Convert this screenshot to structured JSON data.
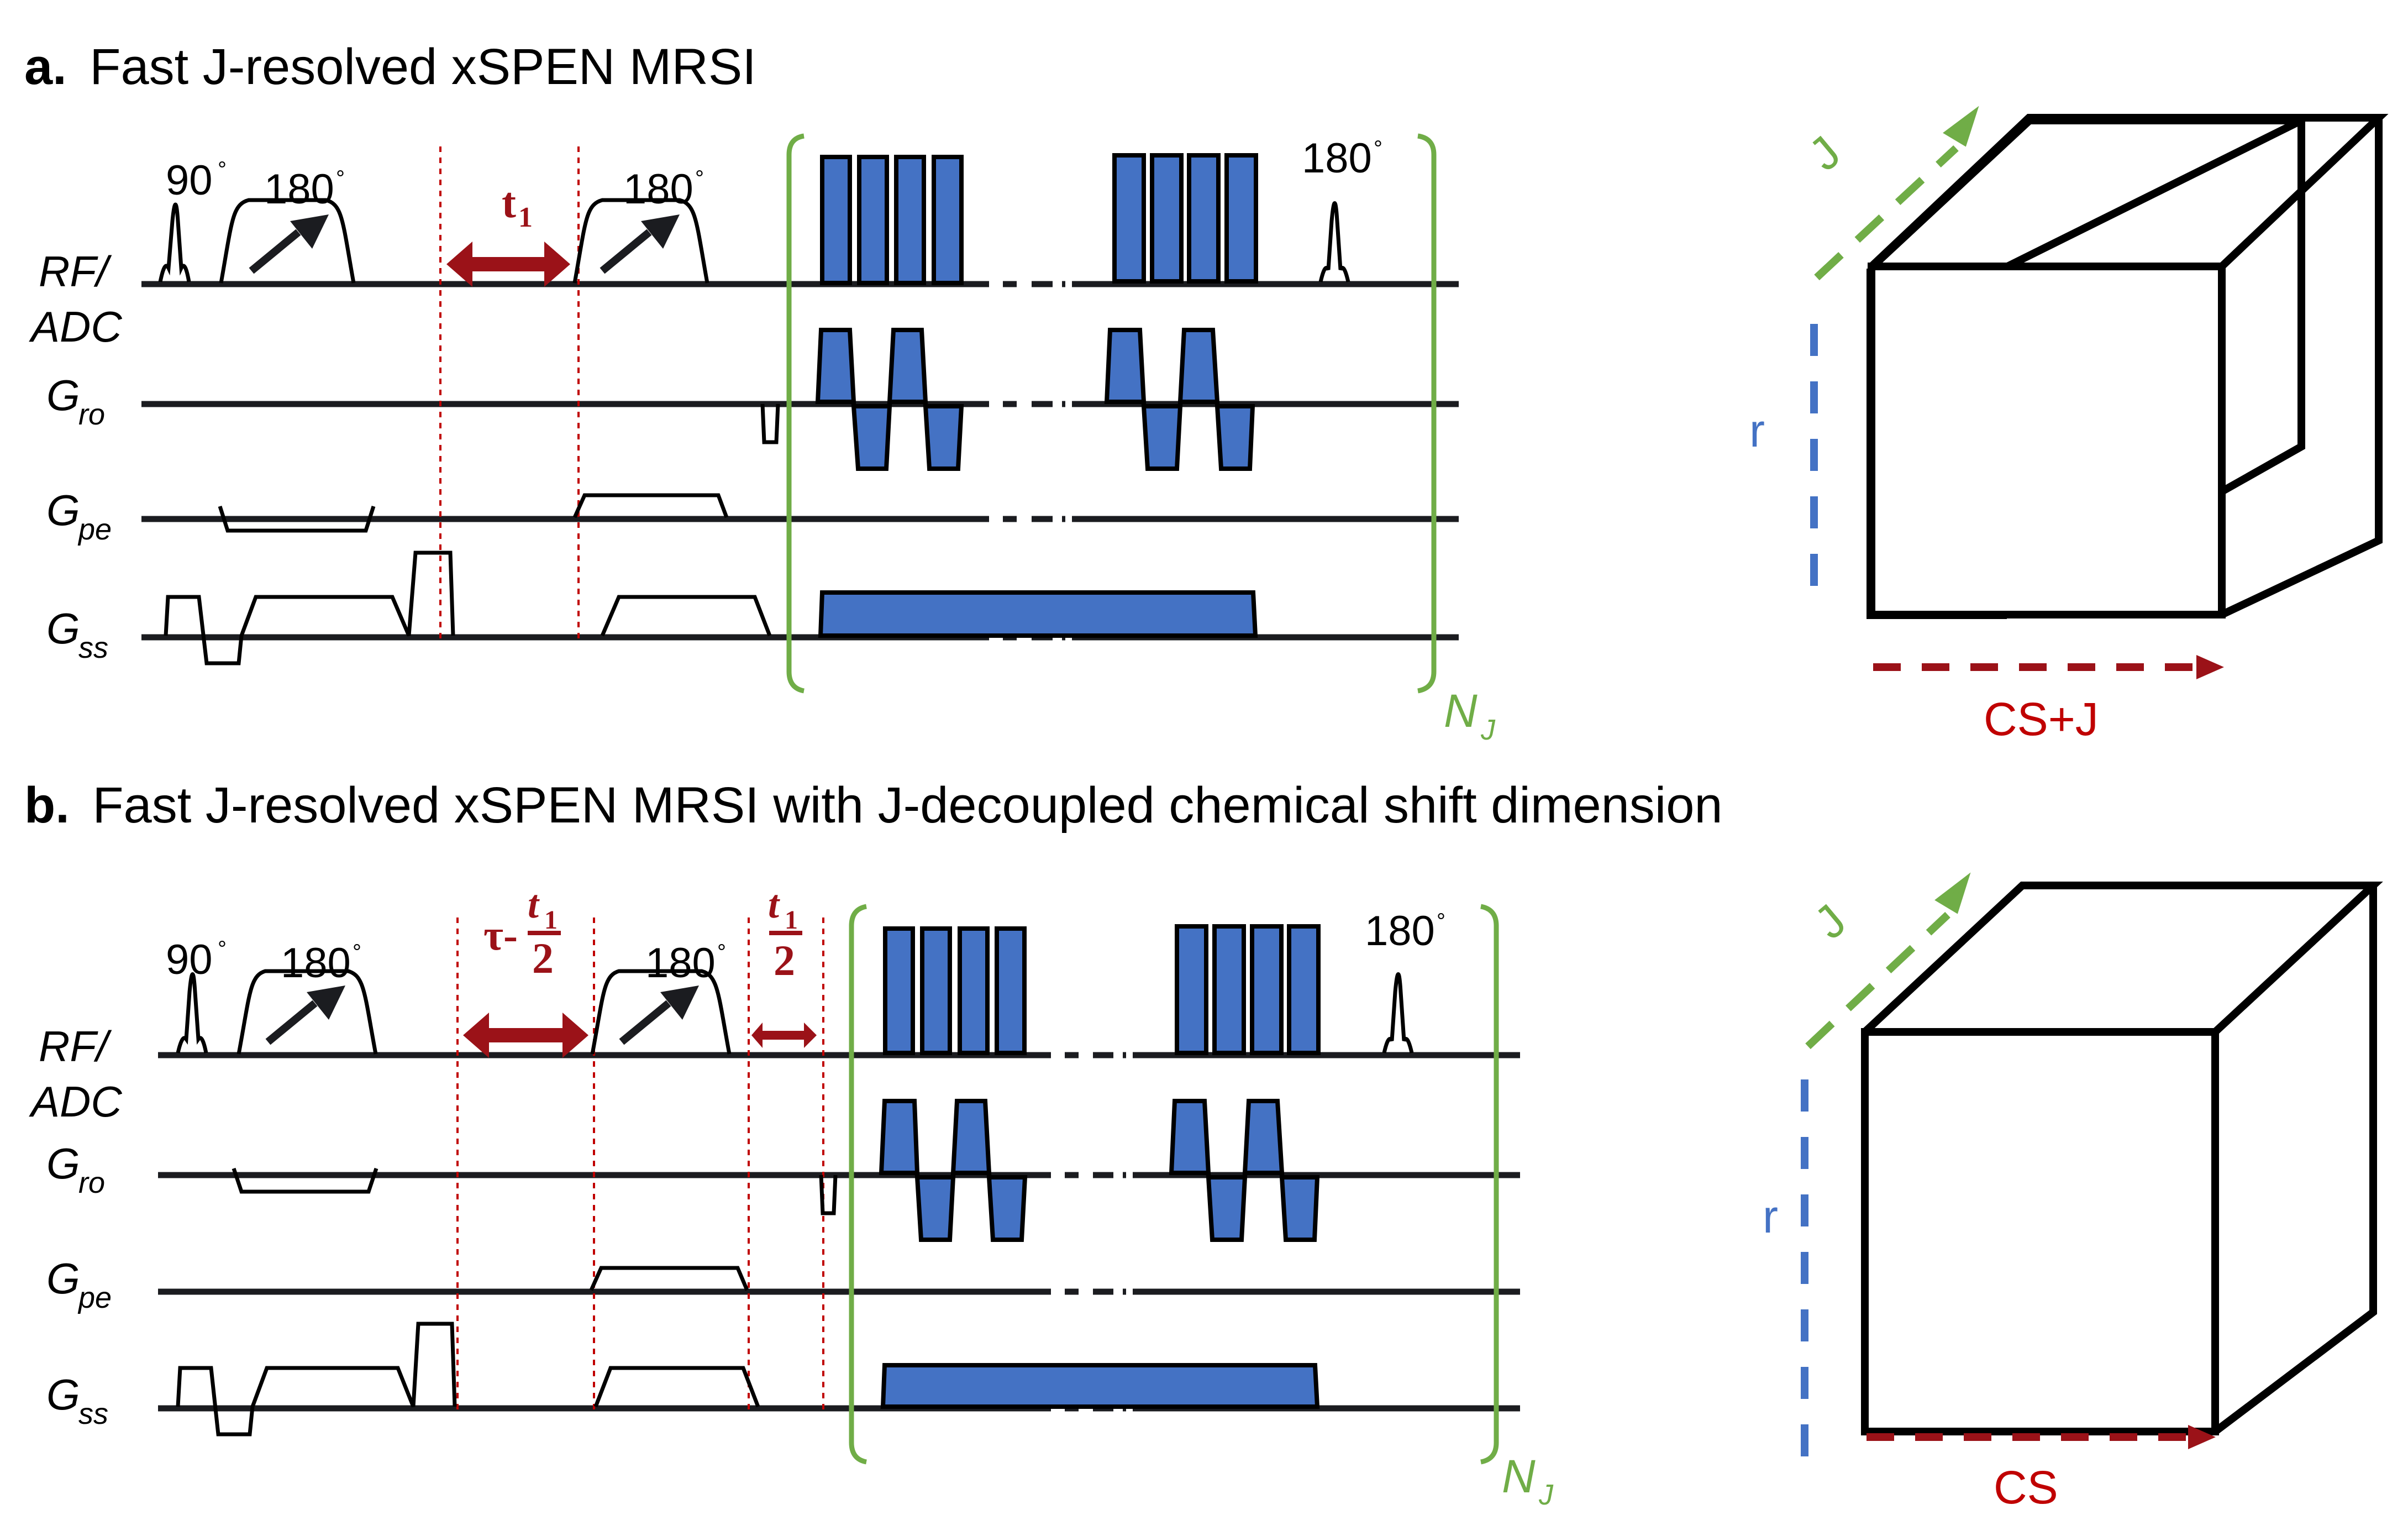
{
  "panels": [
    {
      "letter": "a.",
      "title": "Fast J-resolved xSPEN MRSI",
      "rows": [
        {
          "label": "RF/",
          "label2": "ADC"
        },
        {
          "label": "G",
          "sub": "ro"
        },
        {
          "label": "G",
          "sub": "pe"
        },
        {
          "label": "G",
          "sub": "ss"
        }
      ],
      "pulses": {
        "excitation": "90",
        "refocus1": "180",
        "refocus2": "180",
        "refocus3": "180",
        "degree": "°"
      },
      "timing": {
        "label": "t",
        "sub": "1"
      },
      "loop": {
        "label": "N",
        "sub": "J"
      },
      "cube": {
        "axis_vertical": "r",
        "axis_depth": "J",
        "axis_horizontal": "CS+J"
      }
    },
    {
      "letter": "b.",
      "title": "Fast J-resolved xSPEN MRSI with J-decoupled chemical shift dimension",
      "rows": [
        {
          "label": "RF/",
          "label2": "ADC"
        },
        {
          "label": "G",
          "sub": "ro"
        },
        {
          "label": "G",
          "sub": "pe"
        },
        {
          "label": "G",
          "sub": "ss"
        }
      ],
      "pulses": {
        "excitation": "90",
        "refocus1": "180",
        "refocus2": "180",
        "refocus3": "180",
        "degree": "°"
      },
      "timing": {
        "first_prefix": "τ-",
        "num": "t",
        "num_sub": "1",
        "den": "2",
        "second_num": "t",
        "second_num_sub": "1",
        "second_den": "2"
      },
      "loop": {
        "label": "N",
        "sub": "J"
      },
      "cube": {
        "axis_vertical": "r",
        "axis_depth": "J",
        "axis_horizontal": "CS"
      }
    }
  ],
  "colors": {
    "adc_blue": "#4472c4",
    "timing_red": "#9b1218",
    "loop_green": "#70ad47",
    "axis_r_blue": "#4472c4",
    "axis_cs_red": "#c00000"
  }
}
